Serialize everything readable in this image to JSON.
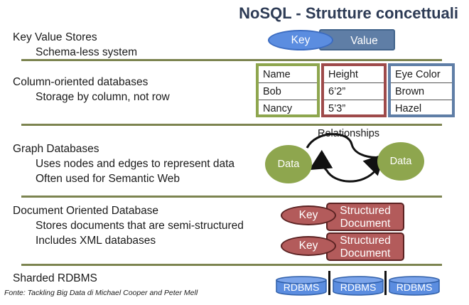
{
  "title": "NoSQL - Strutture concettuali",
  "sections": {
    "kv": {
      "title": "Key Value Stores",
      "sub": "Schema-less system",
      "key": "Key",
      "value": "Value"
    },
    "column": {
      "title": "Column-oriented databases",
      "sub": "Storage by column, not row",
      "columns": [
        {
          "cells": [
            "Name",
            "Bob",
            "Nancy"
          ],
          "border": "#8ea64e"
        },
        {
          "cells": [
            "Height",
            "6’2”",
            "5’3”"
          ],
          "border": "#9e4a4a"
        },
        {
          "cells": [
            "Eye Color",
            "Brown",
            "Hazel"
          ],
          "border": "#5f7ea6"
        }
      ]
    },
    "graph": {
      "title": "Graph Databases",
      "sub1": "Uses nodes and edges to represent data",
      "sub2": "Often used for Semantic Web",
      "relationships": "Relationships",
      "node_left": "Data",
      "node_right": "Data"
    },
    "document": {
      "title": "Document Oriented Database",
      "sub1": "Stores documents that are semi-structured",
      "sub2": "Includes XML databases",
      "items": [
        {
          "key": "Key",
          "doc1": "Structured",
          "doc2": "Document"
        },
        {
          "key": "Key",
          "doc1": "Structured",
          "doc2": "Document"
        }
      ]
    },
    "sharded": {
      "title": "Sharded RDBMS",
      "shards": [
        "RDBMS",
        "RDBMS",
        "RDBMS"
      ]
    }
  },
  "source": "Fonte: Tackling Big Data di Michael Cooper and Peter Mell",
  "colors": {
    "title": "#2d3b55",
    "divider": "#7c8450",
    "green": "#8ea64e",
    "red": "#b35b5b",
    "blue": "#5f7ea6"
  }
}
